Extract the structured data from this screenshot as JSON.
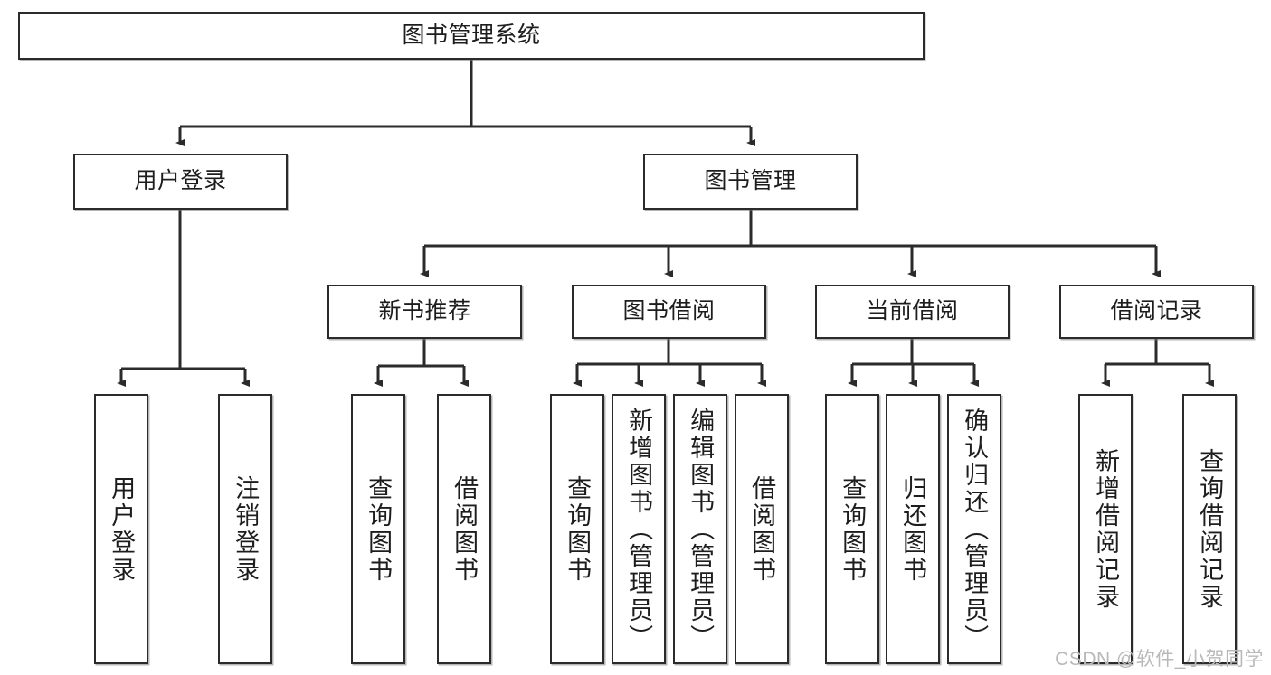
{
  "diagram": {
    "type": "tree-hierarchy-chart",
    "title": "图书管理系统",
    "colors": {
      "box_border": "#2b2b2b",
      "box_fill": "#ffffff",
      "edge": "#2b2b2b",
      "text": "#1d1d1d",
      "watermark": "#b9b9b9",
      "background": "#ffffff"
    },
    "root": {
      "id": "root",
      "label": "图书管理系统"
    },
    "level2": [
      {
        "id": "user-login",
        "label": "用户登录"
      },
      {
        "id": "book-manage",
        "label": "图书管理"
      }
    ],
    "level3": [
      {
        "id": "new-book-rec",
        "label": "新书推荐"
      },
      {
        "id": "book-borrow",
        "label": "图书借阅"
      },
      {
        "id": "current-borrow",
        "label": "当前借阅"
      },
      {
        "id": "borrow-record",
        "label": "借阅记录"
      }
    ],
    "leaves": {
      "user_login": [
        {
          "id": "leaf-user-login",
          "label": "用户登录"
        },
        {
          "id": "leaf-logout",
          "label": "注销登录"
        }
      ],
      "new_book_rec": [
        {
          "id": "leaf-query-book-1",
          "label": "查询图书"
        },
        {
          "id": "leaf-borrow-book-1",
          "label": "借阅图书"
        }
      ],
      "book_borrow": [
        {
          "id": "leaf-query-book-2",
          "label": "查询图书"
        },
        {
          "id": "leaf-add-book",
          "label": "新增图书（管理员）"
        },
        {
          "id": "leaf-edit-book",
          "label": "编辑图书（管理员）"
        },
        {
          "id": "leaf-borrow-book-2",
          "label": "借阅图书"
        }
      ],
      "current_borrow": [
        {
          "id": "leaf-query-book-3",
          "label": "查询图书"
        },
        {
          "id": "leaf-return-book",
          "label": "归还图书"
        },
        {
          "id": "leaf-confirm-return",
          "label": "确认归还（管理员）"
        }
      ],
      "borrow_record": [
        {
          "id": "leaf-add-record",
          "label": "新增借阅记录"
        },
        {
          "id": "leaf-query-record",
          "label": "查询借阅记录"
        }
      ]
    },
    "watermark": "CSDN @软件_小贺同学"
  }
}
